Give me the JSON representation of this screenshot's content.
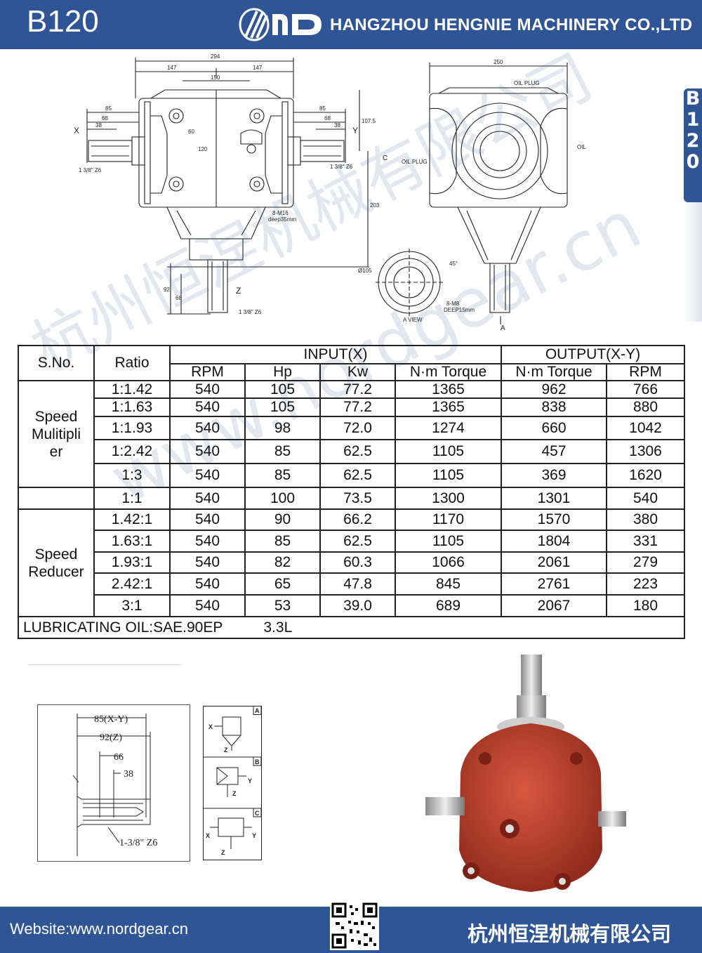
{
  "header": {
    "model": "B120",
    "company": "HANGZHOU HENGNIE MACHINERY CO.,LTD",
    "colors": {
      "brand": "#2f5597",
      "casting": "#c0392b"
    }
  },
  "side_tab": {
    "chars": [
      "B",
      "1",
      "2",
      "0"
    ]
  },
  "drawing": {
    "dims": {
      "d294": "294",
      "d147a": "147",
      "d147b": "147",
      "d150": "150",
      "d85a": "85",
      "d68a": "68",
      "d38a": "38",
      "d85b": "85",
      "d68b": "68",
      "d38b": "38",
      "d107": "107.5",
      "d60": "60",
      "d120": "120",
      "d203": "203",
      "d92": "92",
      "d68z": "68",
      "d250": "250",
      "d105": "Ø105",
      "d45": "45°"
    },
    "labels": {
      "x": "X",
      "y": "Y",
      "z": "Z",
      "c": "C",
      "a": "A",
      "spline_left": "1 3/8\" Z6",
      "spline_right": "1 3/8\" Z6",
      "spline_z": "1 3/8\" Z6",
      "bolt_main": "8-M16",
      "bolt_main_depth": "deep35mm",
      "oil_plug_top": "OIL PLUG",
      "oil_plug_side": "OIL PLUG",
      "oil": "OIL",
      "bolt_a": "8-M8",
      "bolt_a_depth": "DEEP15mm",
      "a_view": "A VIEW"
    }
  },
  "table": {
    "headers": {
      "sno": "S.No.",
      "ratio": "Ratio",
      "input": "INPUT(X)",
      "output": "OUTPUT(X-Y)",
      "rpm_in": "RPM",
      "hp": "Hp",
      "kw": "Kw",
      "torque_in": "N·m Torque",
      "torque_out": "N·m Torque",
      "rpm_out": "RPM"
    },
    "groups": {
      "multiplier": "Speed Mulitiplier",
      "reducer": "Speed Reducer"
    },
    "rows": [
      {
        "ratio": "1:1.42",
        "rpm": "540",
        "hp": "105",
        "kw": "77.2",
        "tin": "1365",
        "tout": "962",
        "rout": "766"
      },
      {
        "ratio": "1:1.63",
        "rpm": "540",
        "hp": "105",
        "kw": "77.2",
        "tin": "1365",
        "tout": "838",
        "rout": "880"
      },
      {
        "ratio": "1:1.93",
        "rpm": "540",
        "hp": "98",
        "kw": "72.0",
        "tin": "1274",
        "tout": "660",
        "rout": "1042"
      },
      {
        "ratio": "1:2.42",
        "rpm": "540",
        "hp": "85",
        "kw": "62.5",
        "tin": "1105",
        "tout": "457",
        "rout": "1306"
      },
      {
        "ratio": "1:3",
        "rpm": "540",
        "hp": "85",
        "kw": "62.5",
        "tin": "1105",
        "tout": "369",
        "rout": "1620"
      },
      {
        "ratio": "1:1",
        "rpm": "540",
        "hp": "100",
        "kw": "73.5",
        "tin": "1300",
        "tout": "1301",
        "rout": "540"
      },
      {
        "ratio": "1.42:1",
        "rpm": "540",
        "hp": "90",
        "kw": "66.2",
        "tin": "1170",
        "tout": "1570",
        "rout": "380"
      },
      {
        "ratio": "1.63:1",
        "rpm": "540",
        "hp": "85",
        "kw": "62.5",
        "tin": "1105",
        "tout": "1804",
        "rout": "331"
      },
      {
        "ratio": "1.93:1",
        "rpm": "540",
        "hp": "82",
        "kw": "60.3",
        "tin": "1066",
        "tout": "2061",
        "rout": "279"
      },
      {
        "ratio": "2.42:1",
        "rpm": "540",
        "hp": "65",
        "kw": "47.8",
        "tin": "845",
        "tout": "2761",
        "rout": "223"
      },
      {
        "ratio": "3:1",
        "rpm": "540",
        "hp": "53",
        "kw": "39.0",
        "tin": "689",
        "tout": "2067",
        "rout": "180"
      }
    ],
    "oil_label": "LUBRICATING OIL:SAE.90EP",
    "oil_value": "3.3L"
  },
  "watermark": {
    "cn": "杭州恒涅机械有限公司",
    "en": "www.nordgear.cn"
  },
  "shaft_detail": {
    "d85": "85(X-Y)",
    "d92": "92(Z)",
    "d66": "66",
    "d38": "38",
    "spline": "1-3/8\" Z6"
  },
  "types": [
    {
      "letter": "A",
      "a1": "X",
      "a2": "Z"
    },
    {
      "letter": "B",
      "a1": "Y",
      "a2": "Z"
    },
    {
      "letter": "C",
      "a1": "X",
      "a2": "Y",
      "a3": "Z"
    }
  ],
  "footer": {
    "website": "Website:www.nordgear.cn",
    "company_cn": "杭州恒涅机械有限公司"
  }
}
